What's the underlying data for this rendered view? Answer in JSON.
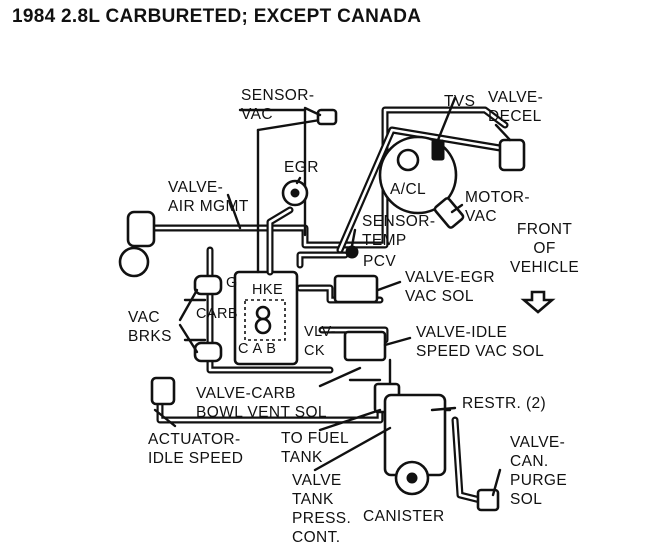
{
  "title": "1984 2.8L CARBURETED; EXCEPT CANADA",
  "labels": {
    "sensor_vac": "SENSOR-\nVAC",
    "tvs": "TVS",
    "valve_decel": "VALVE-\nDECEL",
    "egr": "EGR",
    "valve_air_mgmt": "VALVE-\nAIR MGMT",
    "a_cl": "A/CL",
    "motor_vac": "MOTOR-\nVAC",
    "sensor_temp": "SENSOR-\nTEMP",
    "front_of_vehicle": "FRONT\nOF\nVEHICLE",
    "pcv": "PCV",
    "valve_egr_vac_sol": "VALVE-EGR\nVAC SOL",
    "g": "G",
    "hke": "HKE",
    "vac_brks": "VAC\nBRKS",
    "carb": "CARB",
    "c_a_b": "C A B",
    "vlv_ck": "VLV-\nCK",
    "valve_idle_speed_vac_sol": "VALVE-IDLE\nSPEED VAC SOL",
    "valve_carb_bowl_vent_sol": "VALVE-CARB\nBOWL VENT SOL",
    "restr": "RESTR. (2)",
    "actuator_idle_speed": "ACTUATOR-\nIDLE SPEED",
    "to_fuel_tank": "TO FUEL\nTANK",
    "valve_can_purge_sol": "VALVE-\nCAN.\nPURGE\nSOL",
    "valve_tank_press_cont": "VALVE\nTANK\nPRESS.\nCONT.",
    "canister": "CANISTER"
  }
}
